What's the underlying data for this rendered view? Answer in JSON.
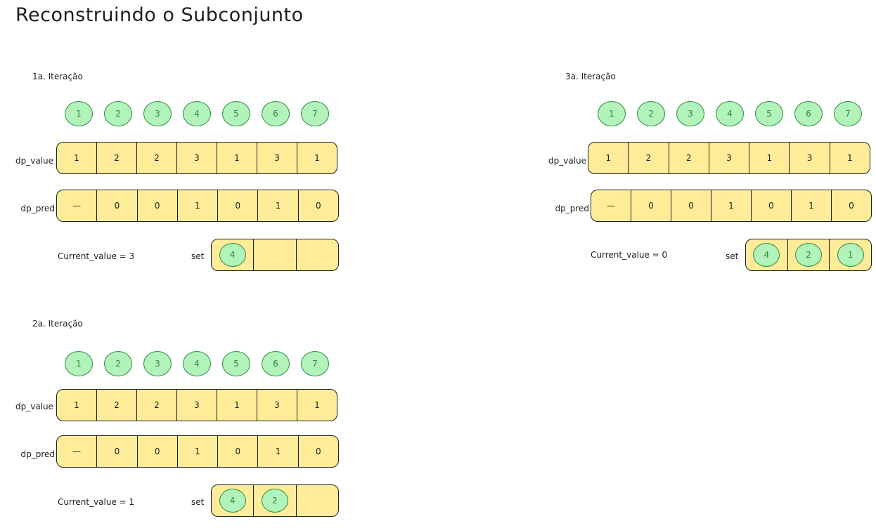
{
  "title": "Reconstruindo o Subconjunto",
  "labels": {
    "dp_value": "dp_value",
    "dp_pred": "dp_pred",
    "set": "set"
  },
  "colors": {
    "bar_fill": "#ffec99",
    "circle_fill": "#b2f2bb",
    "circle_stroke": "#2b8a3e",
    "stroke": "#1e1e1e"
  },
  "indices": [
    "1",
    "2",
    "3",
    "4",
    "5",
    "6",
    "7"
  ],
  "dp_value": [
    "1",
    "2",
    "2",
    "3",
    "1",
    "3",
    "1"
  ],
  "dp_pred": [
    "—",
    "0",
    "0",
    "1",
    "0",
    "1",
    "0"
  ],
  "iterations": [
    {
      "title": "1a. Iteração",
      "current_value": "Current_value = 3",
      "set": [
        "4",
        "",
        ""
      ]
    },
    {
      "title": "2a. Iteração",
      "current_value": "Current_value = 1",
      "set": [
        "4",
        "2",
        ""
      ]
    },
    {
      "title": "3a. Iteração",
      "current_value": "Current_value = 0",
      "set": [
        "4",
        "2",
        "1"
      ]
    }
  ]
}
